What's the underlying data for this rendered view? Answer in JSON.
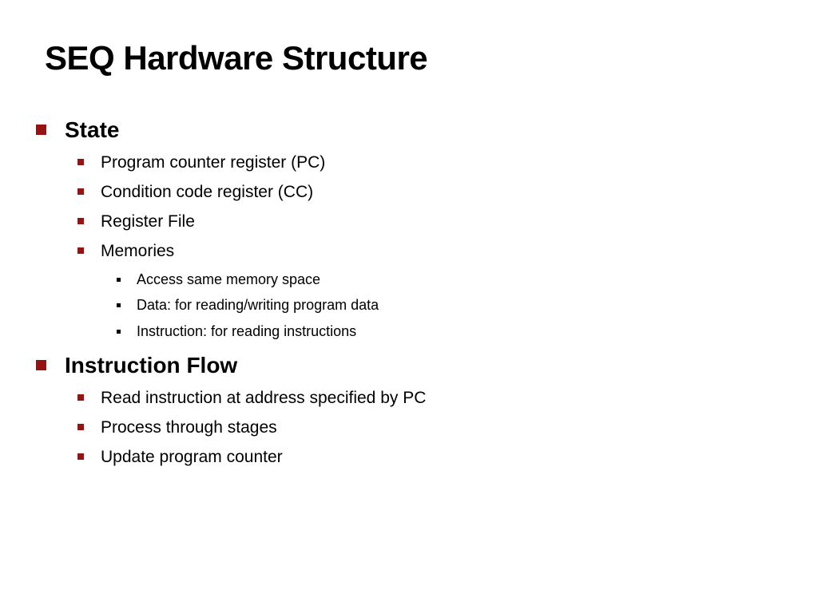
{
  "slide": {
    "title": "SEQ Hardware Structure",
    "sections": [
      {
        "heading": "State",
        "items": [
          "Program counter register (PC)",
          "Condition code register (CC)",
          "Register File",
          "Memories"
        ],
        "subitems": [
          "Access same memory space",
          "Data: for reading/writing program data",
          "Instruction: for reading instructions"
        ]
      },
      {
        "heading": "Instruction Flow",
        "items": [
          "Read instruction at address specified by PC",
          "Process through stages",
          "Update program counter"
        ]
      }
    ],
    "colors": {
      "bullet_primary": "#9a1111",
      "bullet_tertiary": "#000000",
      "text": "#000000",
      "background": "#ffffff"
    }
  }
}
